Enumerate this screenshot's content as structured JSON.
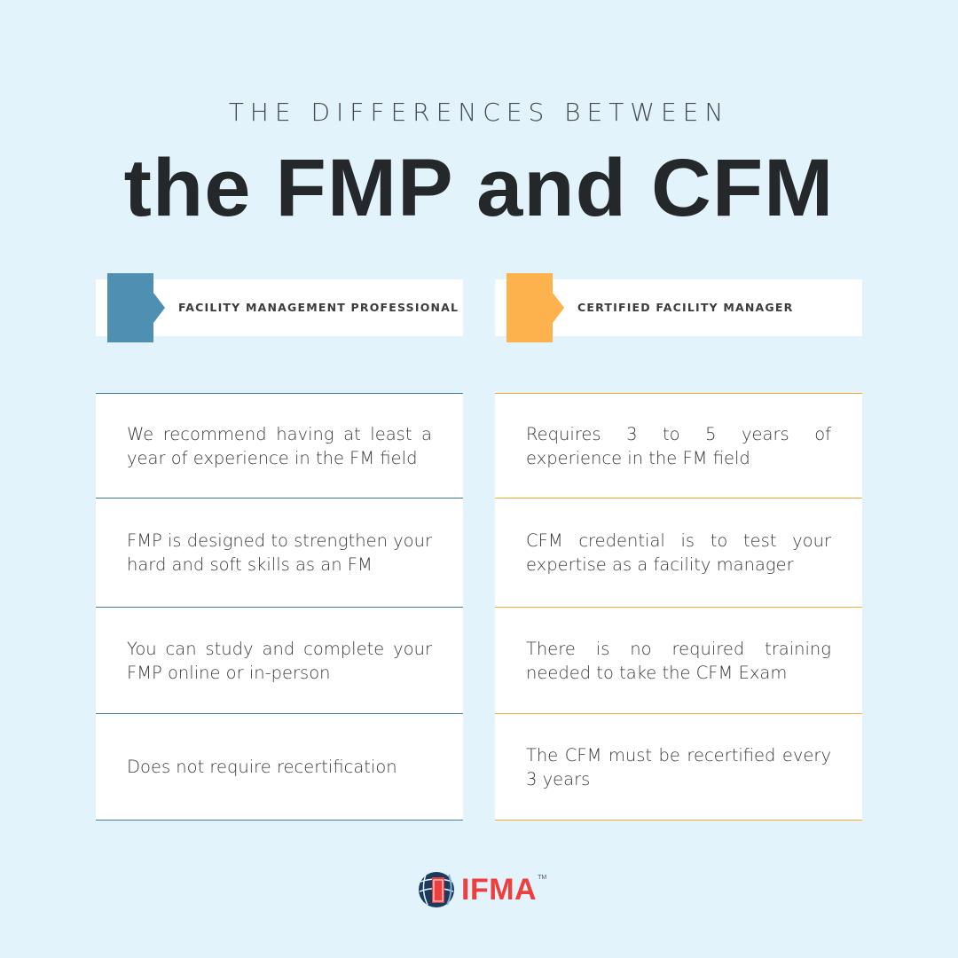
{
  "header": {
    "subtitle": "THE DIFFERENCES BETWEEN",
    "title": "the FMP and CFM"
  },
  "colors": {
    "background": "#e3f3fb",
    "fmp_accent": "#4f8fb1",
    "cfm_accent": "#fdb24d",
    "logo_red": "#ee3e3e",
    "logo_navy": "#1b3a5c"
  },
  "columns": [
    {
      "label": "FACILITY MANAGEMENT PROFESSIONAL",
      "items": [
        "We recommend having at least a year of experience in the FM field",
        "FMP is designed to strengthen your hard and soft skills as an FM",
        "You can study and complete your FMP online  or in-person",
        "Does not require recertification"
      ]
    },
    {
      "label": "CERTIFIED FACILITY MANAGER",
      "items": [
        "Requires 3 to 5 years of experience in the FM field",
        "CFM credential is to test your expertise as a facility manager",
        "There is no required training needed to take the CFM Exam",
        "The CFM must be recertified every 3 years"
      ]
    }
  ],
  "logo": {
    "text": "IFMA",
    "trademark": "TM",
    "icon": "globe-door-icon"
  }
}
